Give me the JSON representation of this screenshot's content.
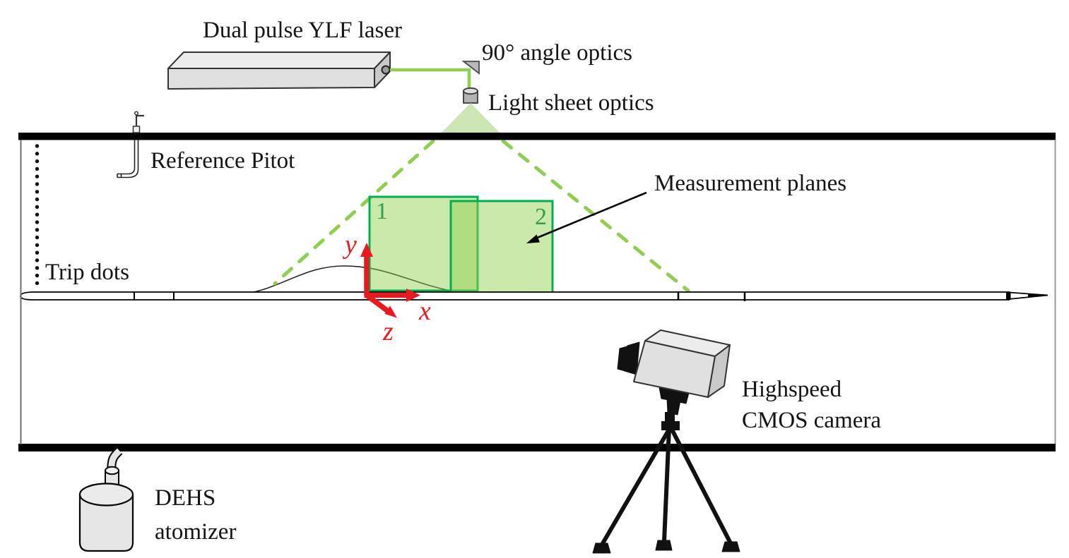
{
  "colors": {
    "laser_green": "#8fce4f",
    "sheet_green": "#cde5b4",
    "plane_fill": "rgba(146,208,80,0.48)",
    "plane_stroke": "#00b050",
    "plane_label_green": "#2ca04d",
    "axis_red": "#e8191f",
    "metal_light": "#ececec",
    "metal_mid": "#e0e0e0",
    "metal_dark": "#c9c9c9"
  },
  "labels": {
    "laser": "Dual pulse YLF laser",
    "angle_optics": "90° angle optics",
    "light_sheet_optics": "Light sheet optics",
    "reference_pitot": "Reference Pitot",
    "measurement_planes": "Measurement planes",
    "trip_dots": "Trip dots",
    "camera_line1": "Highspeed",
    "camera_line2": "CMOS camera",
    "atomizer_line1": "DEHS",
    "atomizer_line2": "atomizer"
  },
  "measurement_planes": {
    "plane1_number": "1",
    "plane2_number": "2"
  },
  "axes": {
    "x": "x",
    "y": "y",
    "z": "z"
  },
  "trip_dots": {
    "count": 19
  }
}
